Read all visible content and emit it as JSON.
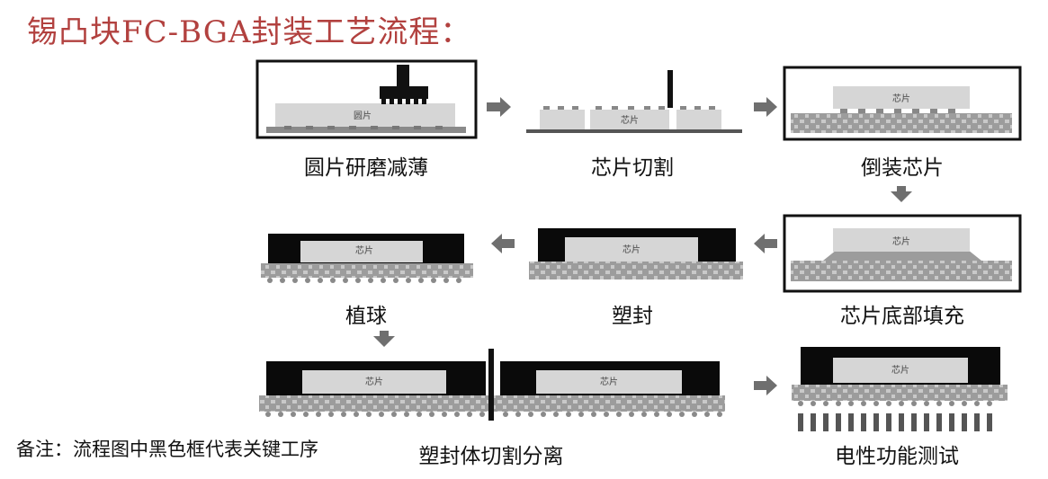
{
  "title": "锡凸块FC-BGA封装工艺流程：",
  "chip_label": "芯片",
  "wafer_label": "圆片",
  "steps": [
    {
      "label": "圆片研磨减薄",
      "key_step": true
    },
    {
      "label": "芯片切割",
      "key_step": false
    },
    {
      "label": "倒装芯片",
      "key_step": true
    },
    {
      "label": "芯片底部填充",
      "key_step": true
    },
    {
      "label": "塑封",
      "key_step": false
    },
    {
      "label": "植球",
      "key_step": false
    },
    {
      "label": "塑封体切割分离",
      "key_step": false
    },
    {
      "label": "电性功能测试",
      "key_step": false
    }
  ],
  "note": "备注：流程图中黑色框代表关键工序",
  "colors": {
    "title": "#b2413f",
    "chip": "#d6d6d6",
    "substrate": "#9c9c9c",
    "mold": "#0a0a0a",
    "arrow": "#6f6f6f"
  }
}
